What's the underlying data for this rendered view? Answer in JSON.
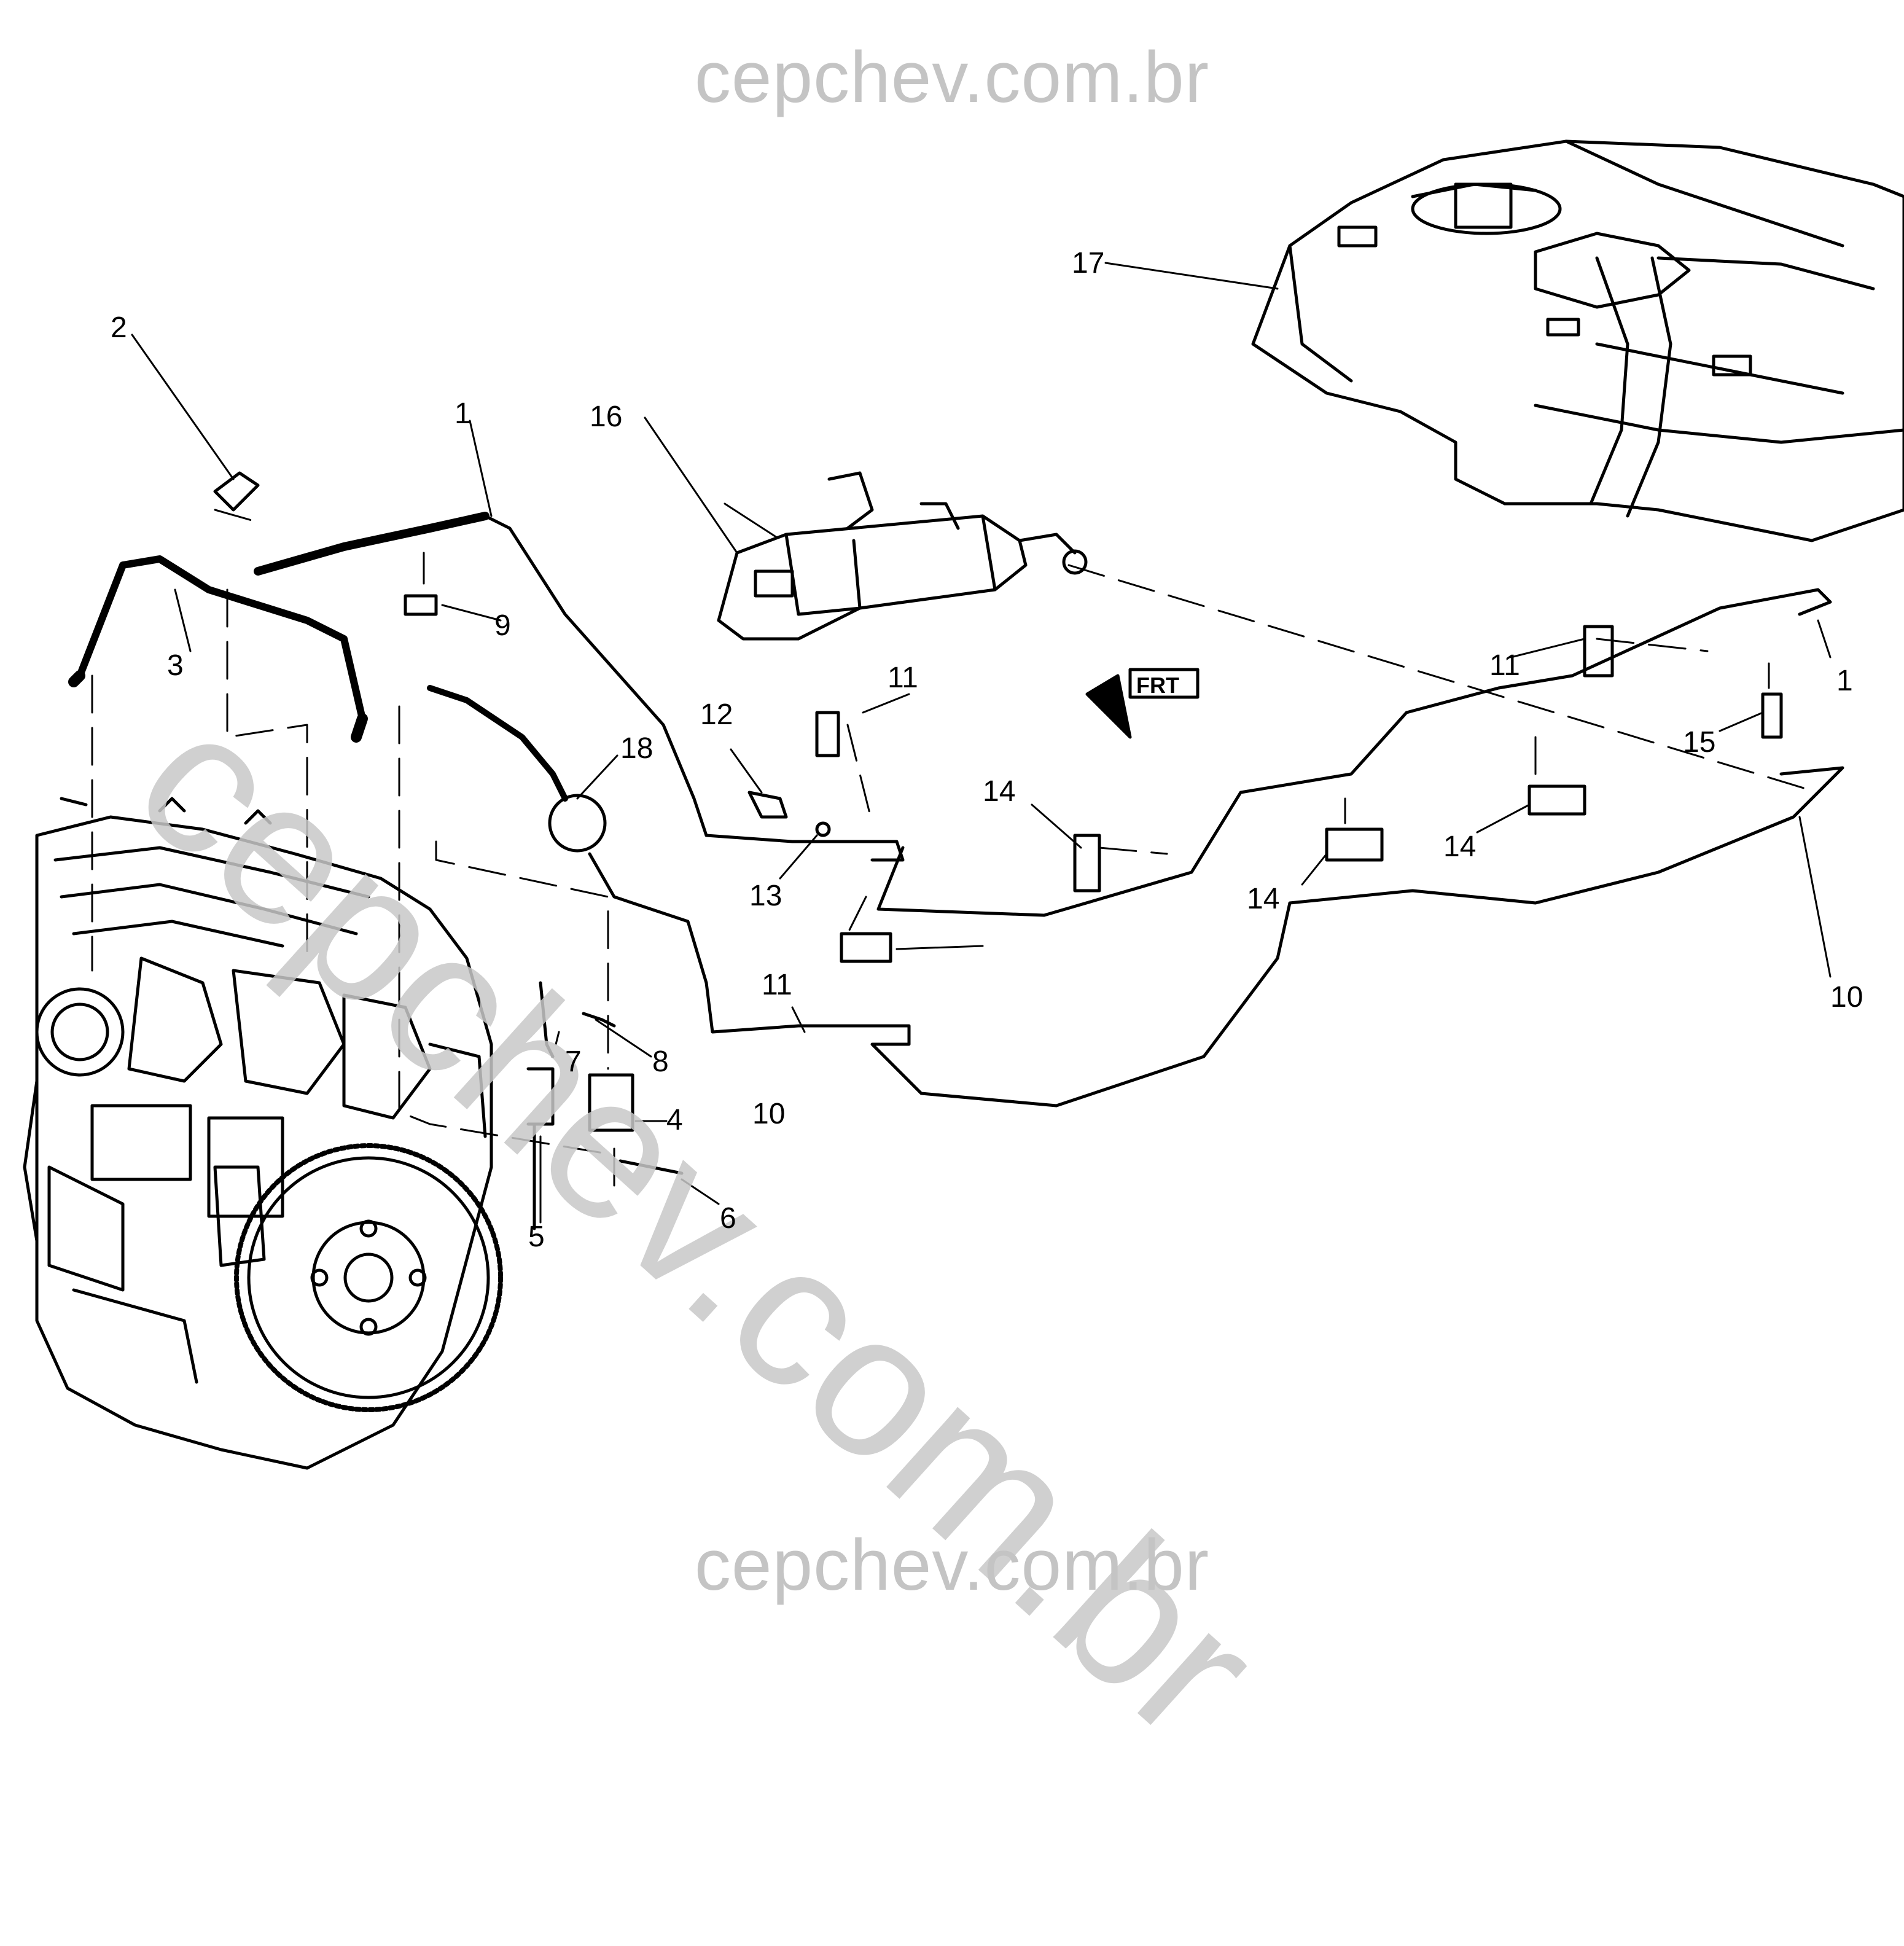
{
  "watermark": {
    "top": "cepchev.com.br",
    "diagonal": "cepchev.com.br",
    "bottom": "cepchev.com.br"
  },
  "front_indicator": "FRT",
  "callouts": {
    "c1a": "1",
    "c1b": "1",
    "c2": "2",
    "c3": "3",
    "c4": "4",
    "c5": "5",
    "c6": "6",
    "c7": "7",
    "c8": "8",
    "c9": "9",
    "c10a": "10",
    "c10b": "10",
    "c11a": "11",
    "c11b": "11",
    "c11c": "11",
    "c12": "12",
    "c13": "13",
    "c14a": "14",
    "c14b": "14",
    "c14c": "14",
    "c15": "15",
    "c16": "16",
    "c17": "17",
    "c18": "18"
  }
}
